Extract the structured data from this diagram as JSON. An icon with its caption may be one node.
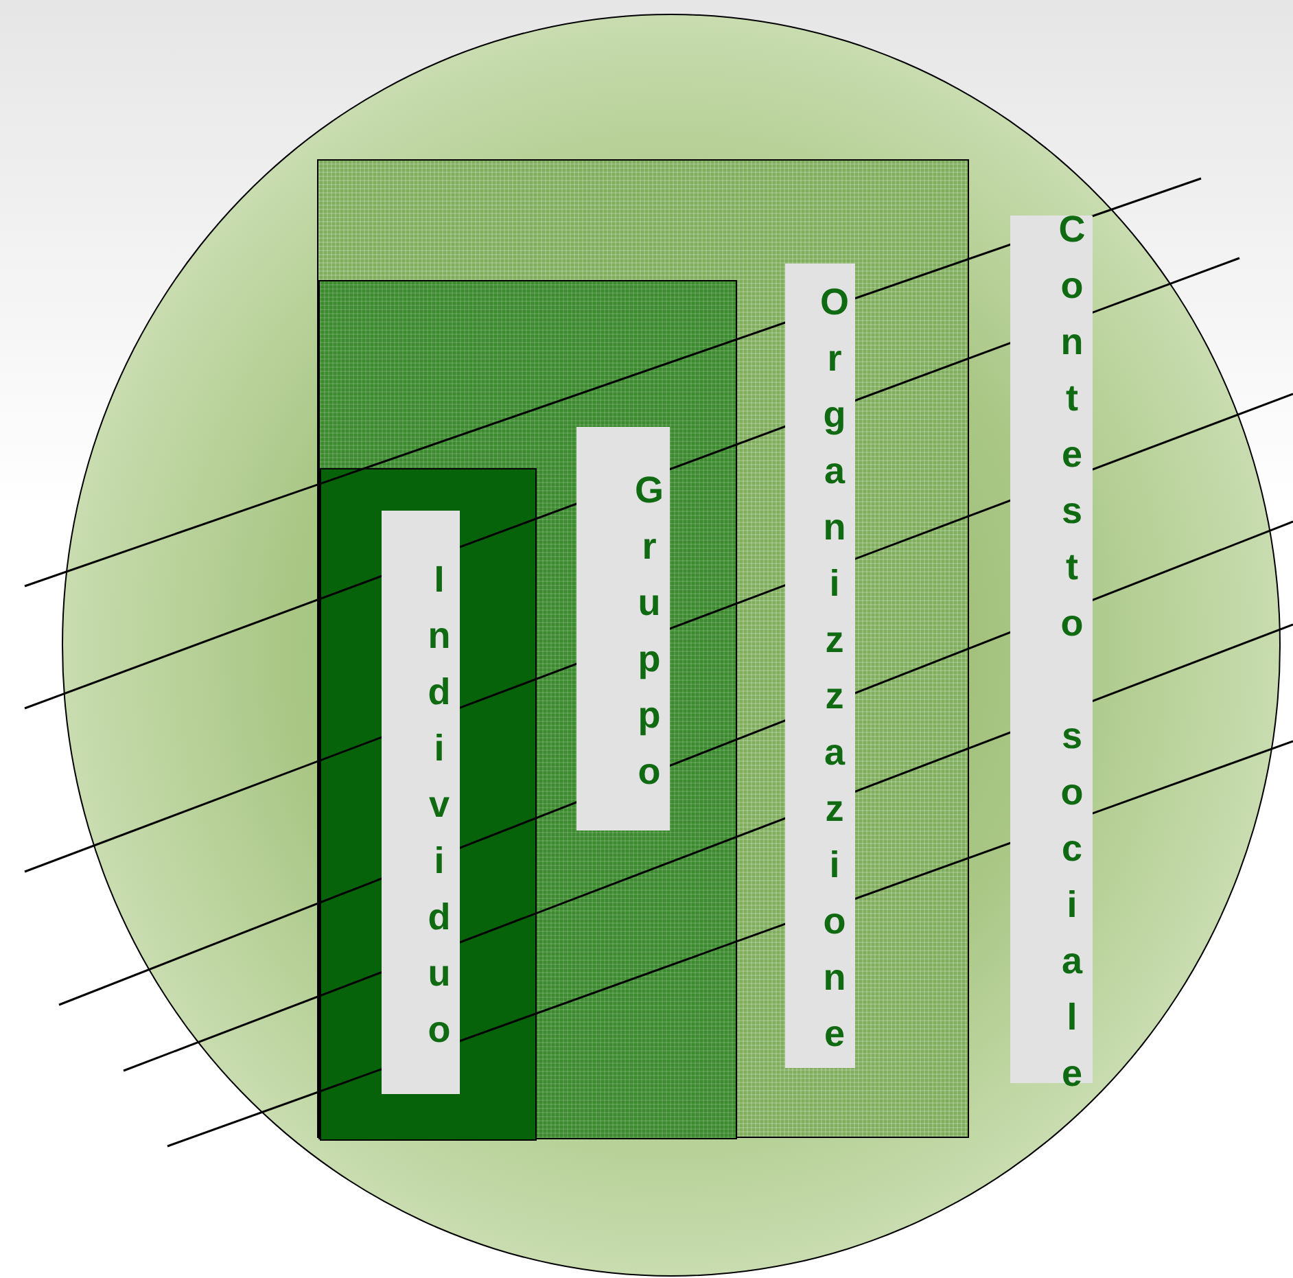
{
  "diagram": {
    "nodes": [
      {
        "text": [
          "Contesto sociale"
        ]
      },
      {
        "text": [
          "Organizzazione"
        ],
        "in": 0
      },
      {
        "text": [
          "Gruppo"
        ],
        "in": 1
      },
      {
        "text": [
          "Individuo"
        ],
        "in": 2
      }
    ]
  }
}
